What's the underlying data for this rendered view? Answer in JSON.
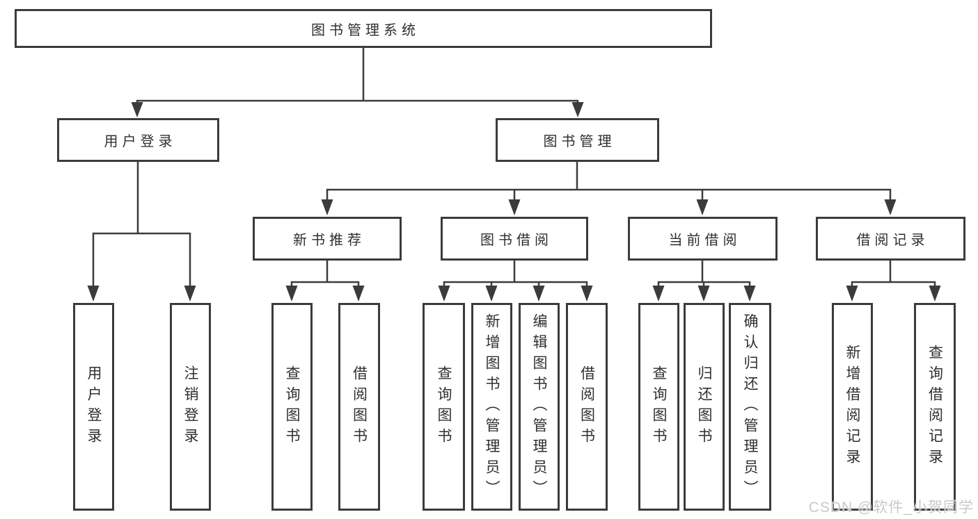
{
  "diagram": {
    "root": {
      "label": "图书管理系统"
    },
    "branches": [
      {
        "label": "用户登录",
        "children": [
          {
            "label": "用户登录"
          },
          {
            "label": "注销登录"
          }
        ]
      },
      {
        "label": "图书管理",
        "children": [
          {
            "label": "新书推荐",
            "children": [
              {
                "label": "查询图书"
              },
              {
                "label": "借阅图书"
              }
            ]
          },
          {
            "label": "图书借阅",
            "children": [
              {
                "label": "查询图书"
              },
              {
                "label": "新增图书（管理员）"
              },
              {
                "label": "编辑图书（管理员）"
              },
              {
                "label": "借阅图书"
              }
            ]
          },
          {
            "label": "当前借阅",
            "children": [
              {
                "label": "查询图书"
              },
              {
                "label": "归还图书"
              },
              {
                "label": "确认归还（管理员）"
              }
            ]
          },
          {
            "label": "借阅记录",
            "children": [
              {
                "label": "新增借阅记录"
              },
              {
                "label": "查询借阅记录"
              }
            ]
          }
        ]
      }
    ]
  },
  "watermark": {
    "text": "CSDN @软件_小贺同学"
  },
  "colors": {
    "border": "#3b3b3b",
    "line": "#3b3b3b",
    "text": "#2f2f2f",
    "watermark": "#c9c9c9",
    "background": "#ffffff"
  }
}
